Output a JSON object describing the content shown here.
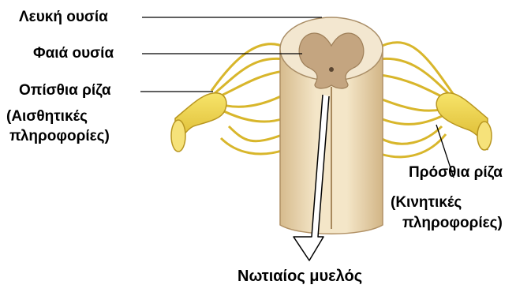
{
  "labels": {
    "white_matter": "Λευκή ουσία",
    "gray_matter": "Φαιά ουσία",
    "posterior_root": "Οπίσθια ρίζα",
    "posterior_info_line1": "(Αισθητικές",
    "posterior_info_line2": "πληροφορίες)",
    "anterior_root": "Πρόσθια ρίζα",
    "anterior_info_line1": "(Κινητικές",
    "anterior_info_line2": "πληροφορίες)",
    "spinal_cord": "Νωτιαίος μυελός"
  },
  "colors": {
    "nerve": "#f1d53a",
    "nerve_dark": "#c9a81e",
    "white_matter": "#f2e6cf",
    "gray_matter": "#c8ad8a",
    "cord_body": "#efdcb8",
    "cord_shadow": "#d9c198"
  }
}
